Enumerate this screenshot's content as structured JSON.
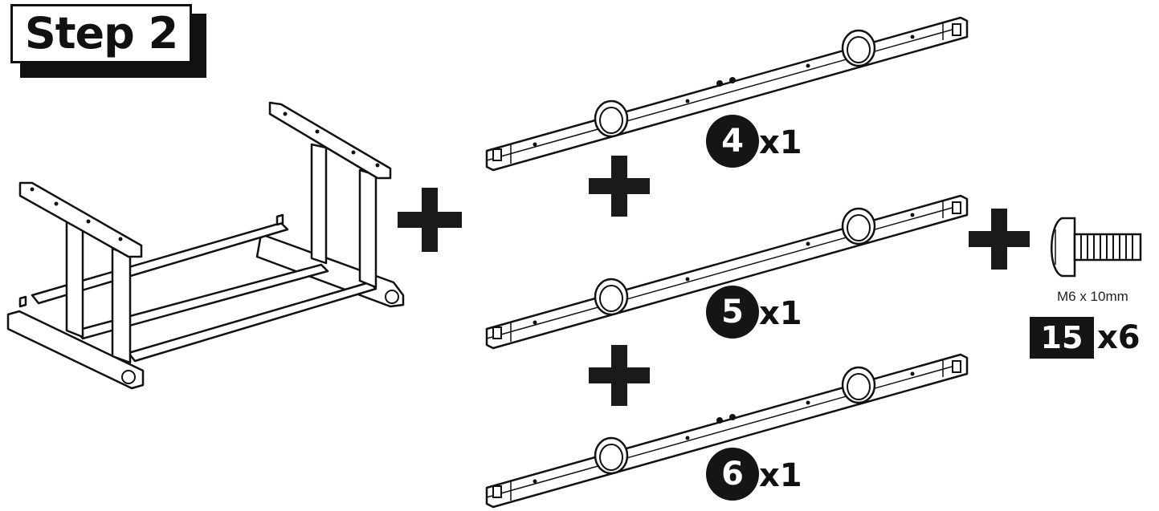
{
  "step": {
    "label": "Step 2"
  },
  "parts": [
    {
      "number": "4",
      "quantity": "x1"
    },
    {
      "number": "5",
      "quantity": "x1"
    },
    {
      "number": "6",
      "quantity": "x1"
    }
  ],
  "hardware": {
    "spec": "M6 x 10mm",
    "number": "15",
    "quantity": "x6"
  },
  "icons": {
    "plus": "plus-icon",
    "screw": "screw-icon",
    "frame": "desk-frame-illustration",
    "rail": "crossbar-rail-illustration"
  }
}
